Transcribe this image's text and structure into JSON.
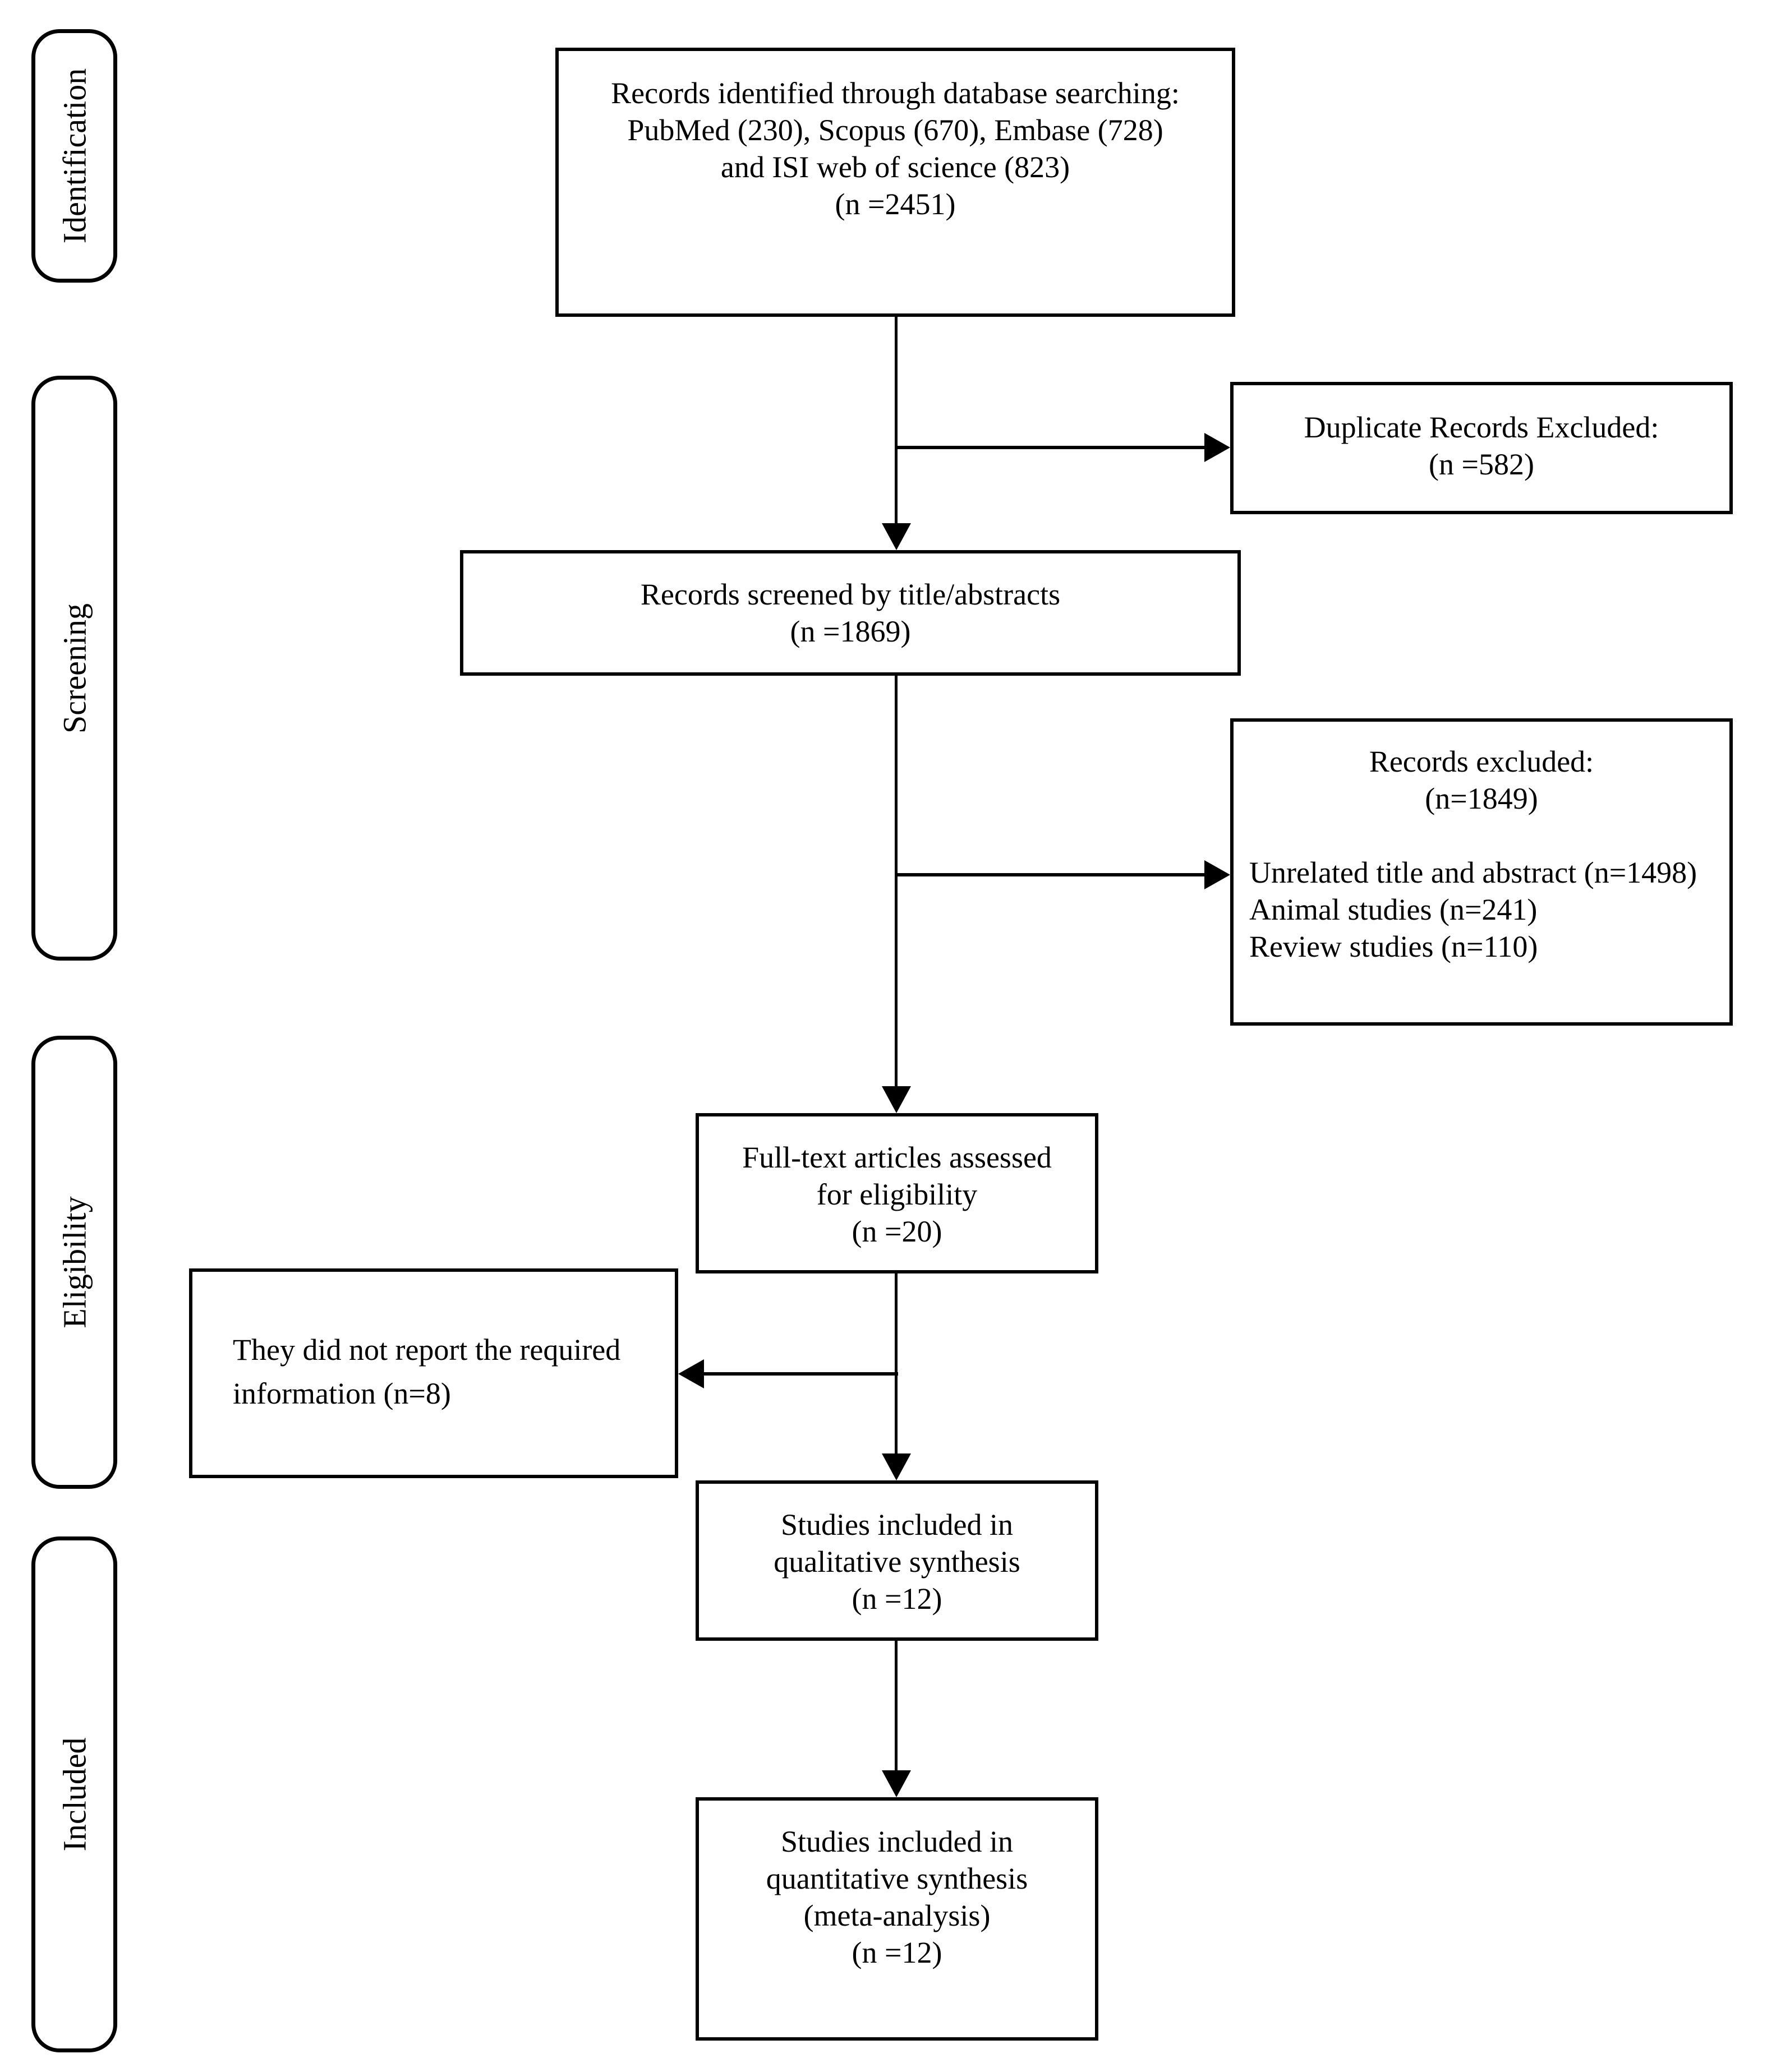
{
  "diagram": {
    "background_color": "#ffffff",
    "line_color": "#000000",
    "text_color": "#000000",
    "stages": {
      "identification": "Identification",
      "screening": "Screening",
      "eligibility": "Eligibility",
      "included": "Included"
    },
    "boxes": {
      "identified": {
        "lines": [
          "Records identified through database searching:",
          "PubMed (230), Scopus (670), Embase (728)",
          "and ISI web of science (823)",
          "(n =2451)"
        ]
      },
      "duplicates_excluded": {
        "lines": [
          "Duplicate Records Excluded:",
          "(n =582)"
        ]
      },
      "screened": {
        "lines": [
          "Records screened by title/abstracts",
          "(n =1869)"
        ]
      },
      "records_excluded": {
        "header": [
          "Records excluded:",
          "(n=1849)"
        ],
        "details": [
          "Unrelated title and abstract (n=1498)",
          "Animal studies (n=241)",
          "Review studies (n=110)"
        ]
      },
      "fulltext_assessed": {
        "lines": [
          "Full-text articles assessed",
          "for eligibility",
          "(n =20)"
        ]
      },
      "not_reported": {
        "lines": [
          "They did not report the required",
          "information (n=8)"
        ]
      },
      "qualitative": {
        "lines": [
          "Studies included in",
          "qualitative synthesis",
          "(n =12)"
        ]
      },
      "quantitative": {
        "lines": [
          "Studies included in",
          "quantitative synthesis",
          "(meta-analysis)",
          "(n =12)"
        ]
      }
    }
  }
}
